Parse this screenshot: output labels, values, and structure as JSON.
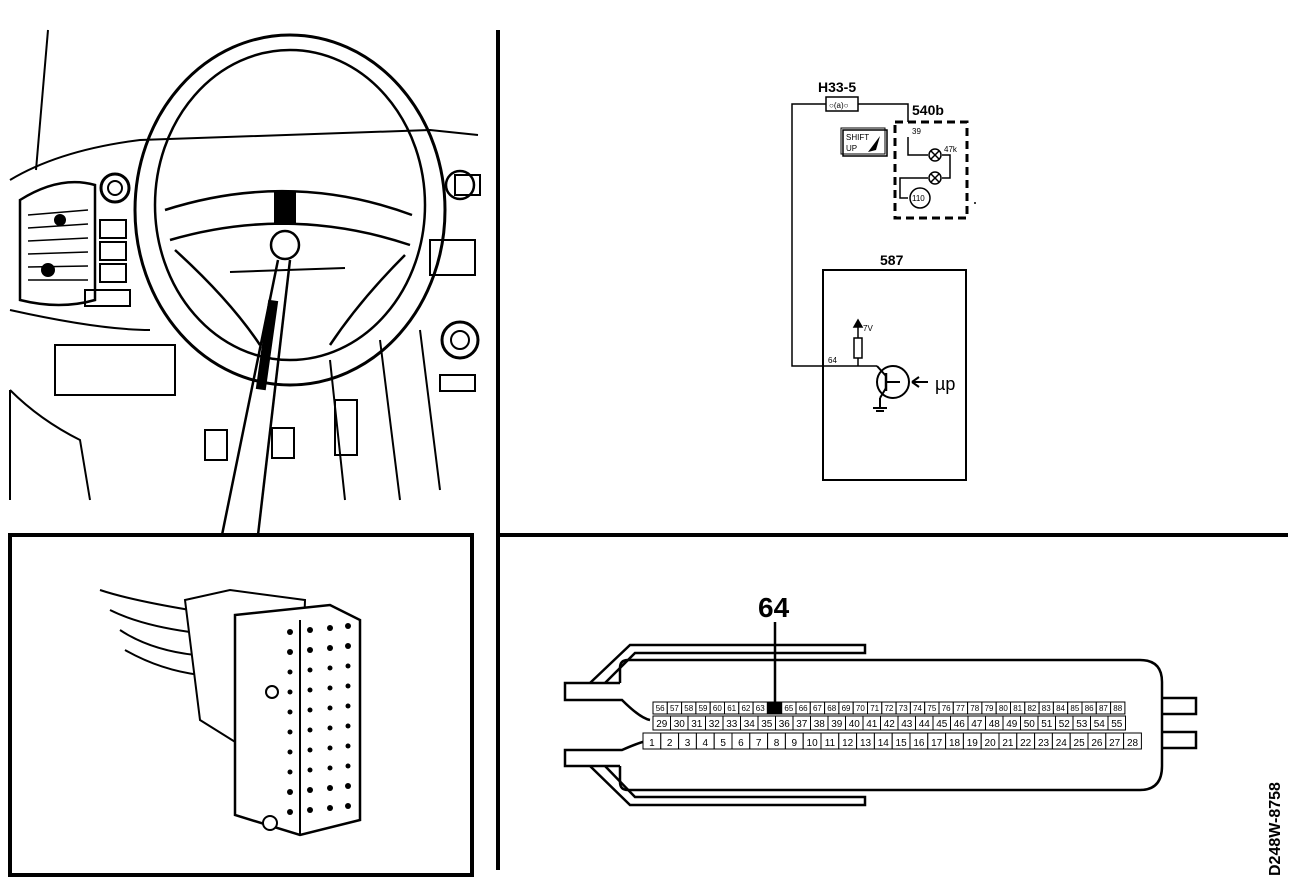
{
  "figure_id": "D248W-8758",
  "schematic": {
    "connector_label": "H33-5",
    "connector_pins_text": "○(a)○",
    "indicator_unit": "540b",
    "indicator_pin": "39",
    "resistor_value": "47k",
    "bulb_label": "110",
    "shift_up_text": [
      "SHIFT",
      "UP"
    ],
    "ecu_label": "587",
    "ecu_pin": "64",
    "supply_voltage": "7V",
    "microprocessor": "µp"
  },
  "ecu_connector": {
    "highlight_pin": "64",
    "row_top": [
      "56",
      "57",
      "58",
      "59",
      "60",
      "61",
      "62",
      "63",
      "64",
      "65",
      "66",
      "67",
      "68",
      "69",
      "70",
      "71",
      "72",
      "73",
      "74",
      "75",
      "76",
      "77",
      "78",
      "79",
      "80",
      "81",
      "82",
      "83",
      "84",
      "85",
      "86",
      "87",
      "88"
    ],
    "row_middle": [
      "29",
      "30",
      "31",
      "32",
      "33",
      "34",
      "35",
      "36",
      "37",
      "38",
      "39",
      "40",
      "41",
      "42",
      "43",
      "44",
      "45",
      "46",
      "47",
      "48",
      "49",
      "50",
      "51",
      "52",
      "53",
      "54",
      "55"
    ],
    "row_bottom": [
      "1",
      "2",
      "3",
      "4",
      "5",
      "6",
      "7",
      "8",
      "9",
      "10",
      "11",
      "12",
      "13",
      "14",
      "15",
      "16",
      "17",
      "18",
      "19",
      "20",
      "21",
      "22",
      "23",
      "24",
      "25",
      "26",
      "27",
      "28"
    ]
  }
}
